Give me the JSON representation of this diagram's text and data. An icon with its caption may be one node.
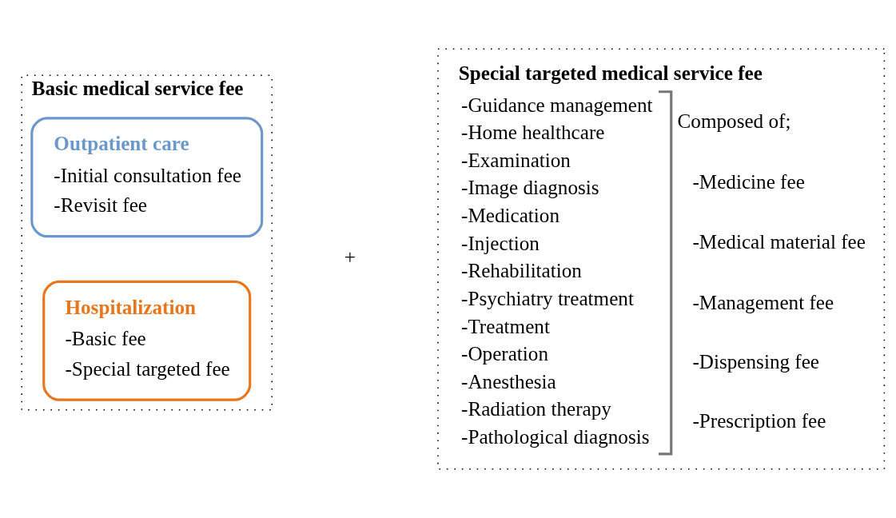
{
  "diagram": {
    "nodes": [
      {
        "text": [
          "Basic medical service fee"
        ]
      },
      {
        "text": [
          "Outpatient care",
          "-Initial consultation fee",
          "-Revisit fee"
        ],
        "in": 0
      },
      {
        "text": [
          "Hospitalization",
          "-Basic fee",
          "-Special targeted fee"
        ],
        "in": 0
      },
      {
        "text": [
          "Special targeted medical service fee",
          "-Guidance management",
          "-Home healthcare",
          "-Examination",
          "-Image diagnosis",
          "-Medication",
          "-Injection",
          "-Rehabilitation",
          "-Psychiatry treatment",
          "-Treatment",
          "-Operation",
          "-Anesthesia",
          "-Radiation therapy",
          "-Pathological diagnosis",
          "Composed of;",
          "-Medicine fee",
          "-Medical material fee",
          "-Management fee",
          "-Dispensing fee",
          "-Prescription fee"
        ]
      }
    ],
    "labels": [
      "+"
    ]
  }
}
